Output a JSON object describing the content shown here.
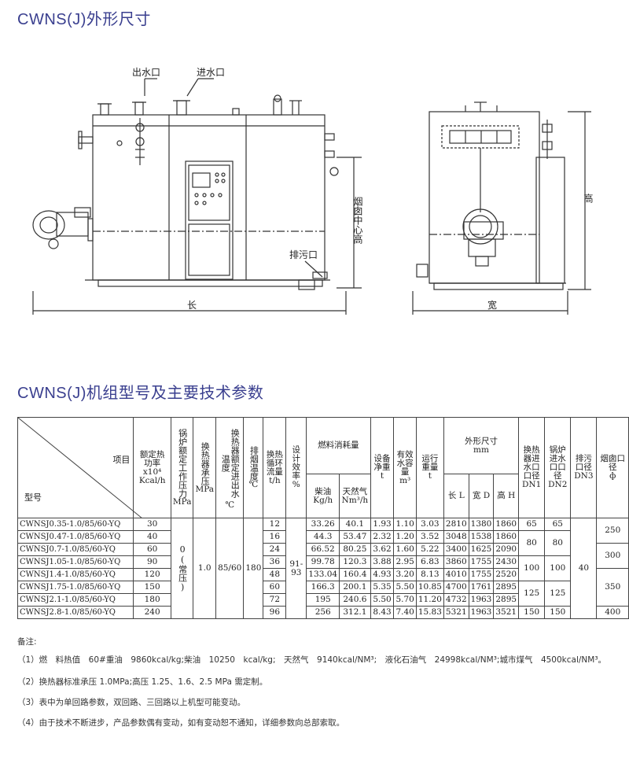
{
  "titles": {
    "dims": "CWNS(J)外形尺寸",
    "specs": "CWNS(J)机组型号及主要技术参数"
  },
  "drawing": {
    "outlet": "出水口",
    "inlet": "进水口",
    "drain": "排污口",
    "length": "长",
    "width": "宽",
    "height": "高",
    "chimney_height": "烟囱中心高"
  },
  "table": {
    "header": {
      "item": "项目",
      "model": "型号",
      "power": "额定热功率",
      "power_unit": "x10⁴ Kcal/h",
      "pressure": "锅炉额定工作压力",
      "pressure_unit": "MPa",
      "hx_pressure": "换热器承压",
      "hx_pressure_unit": "MPa",
      "hx_temp": "换热器额定进出水温度",
      "hx_temp_unit": "℃",
      "exhaust": "排烟温度",
      "exhaust_unit": "℃",
      "flow": "换热循环流量",
      "flow_unit": "t/h",
      "eff": "设计效率",
      "eff_unit": "%",
      "fuel": "燃料消耗量",
      "diesel": "柴油",
      "diesel_unit": "Kg/h",
      "gas": "天然气",
      "gas_unit": "Nm³/h",
      "weight": "设备净重",
      "weight_unit": "t",
      "water": "有效水容量",
      "water_unit": "m³",
      "run_weight": "运行重量",
      "run_weight_unit": "t",
      "dims": "外形尺寸",
      "dims_unit": "mm",
      "len": "长 L",
      "wid": "宽 D",
      "hgt": "高 H",
      "dn1": "换热器进水口口径",
      "dn1_unit": "DN1",
      "dn2": "锅炉进水口口径",
      "dn2_unit": "DN2",
      "dn3": "排污口径",
      "dn3_unit": "DN3",
      "chimney": "烟囱口径",
      "chimney_unit": "ф"
    },
    "pressure_value": "0(常压)",
    "hx_pressure_value": "1.0",
    "hx_temp_value": "85/60",
    "exhaust_value": "180",
    "eff_value": "91-93",
    "dn3_value": "40",
    "rows": [
      {
        "model": "CWNSJ0.35-1.0/85/60-YQ",
        "power": "30",
        "flow": "12",
        "diesel": "33.26",
        "gas": "40.1",
        "weight": "1.93",
        "water": "1.10",
        "run": "3.03",
        "L": "2810",
        "D": "1380",
        "H": "1860"
      },
      {
        "model": "CWNSJ0.47-1.0/85/60-YQ",
        "power": "40",
        "flow": "16",
        "diesel": "44.3",
        "gas": "53.47",
        "weight": "2.32",
        "water": "1.20",
        "run": "3.52",
        "L": "3048",
        "D": "1538",
        "H": "1860"
      },
      {
        "model": "CWNSJ0.7-1.0/85/60-YQ",
        "power": "60",
        "flow": "24",
        "diesel": "66.52",
        "gas": "80.25",
        "weight": "3.62",
        "water": "1.60",
        "run": "5.22",
        "L": "3400",
        "D": "1625",
        "H": "2090"
      },
      {
        "model": "CWNSJ1.05-1.0/85/60-YQ",
        "power": "90",
        "flow": "36",
        "diesel": "99.78",
        "gas": "120.3",
        "weight": "3.88",
        "water": "2.95",
        "run": "6.83",
        "L": "3860",
        "D": "1755",
        "H": "2430"
      },
      {
        "model": "CWNSJ1.4-1.0/85/60-YQ",
        "power": "120",
        "flow": "48",
        "diesel": "133.04",
        "gas": "160.4",
        "weight": "4.93",
        "water": "3.20",
        "run": "8.13",
        "L": "4010",
        "D": "1755",
        "H": "2520"
      },
      {
        "model": "CWNSJ1.75-1.0/85/60-YQ",
        "power": "150",
        "flow": "60",
        "diesel": "166.3",
        "gas": "200.1",
        "weight": "5.35",
        "water": "5.50",
        "run": "10.85",
        "L": "4700",
        "D": "1761",
        "H": "2895"
      },
      {
        "model": "CWNSJ2.1-1.0/85/60-YQ",
        "power": "180",
        "flow": "72",
        "diesel": "195",
        "gas": "240.6",
        "weight": "5.50",
        "water": "5.70",
        "run": "11.20",
        "L": "4732",
        "D": "1963",
        "H": "2895"
      },
      {
        "model": "CWNSJ2.8-1.0/85/60-YQ",
        "power": "240",
        "flow": "96",
        "diesel": "256",
        "gas": "312.1",
        "weight": "8.43",
        "water": "7.40",
        "run": "15.83",
        "L": "5321",
        "D": "1963",
        "H": "3521"
      }
    ],
    "dn_groups": {
      "g1": {
        "dn1": "65",
        "dn2": "65"
      },
      "g2": {
        "dn1": "80",
        "dn2": "80"
      },
      "g3": {
        "dn1": "100",
        "dn2": "100"
      },
      "g4": {
        "dn1": "125",
        "dn2": "125"
      },
      "g5": {
        "dn1": "150",
        "dn2": "150"
      }
    },
    "chimney_groups": {
      "c1": "250",
      "c2": "300",
      "c3": "350",
      "c4": "400"
    }
  },
  "notes": {
    "title": "备注:",
    "n1": "（1）燃　料热值　60#重油　9860kcal/kg;柴油　10250　kcal/kg;　天然气　9140kcal/NM³;　液化石油气　24998kcal/NM³;城市煤气　4500kcal/NM³。",
    "n2": "（2）换热器标准承压 1.0MPa;高压 1.25、1.6、2.5 MPa 需定制。",
    "n3": "（3）表中为单回路参数，双回路、三回路以上机型可能变动。",
    "n4": "（4）由于技术不断进步，产品参数偶有变动，如有变动恕不通知，详细参数向总部索取。"
  }
}
